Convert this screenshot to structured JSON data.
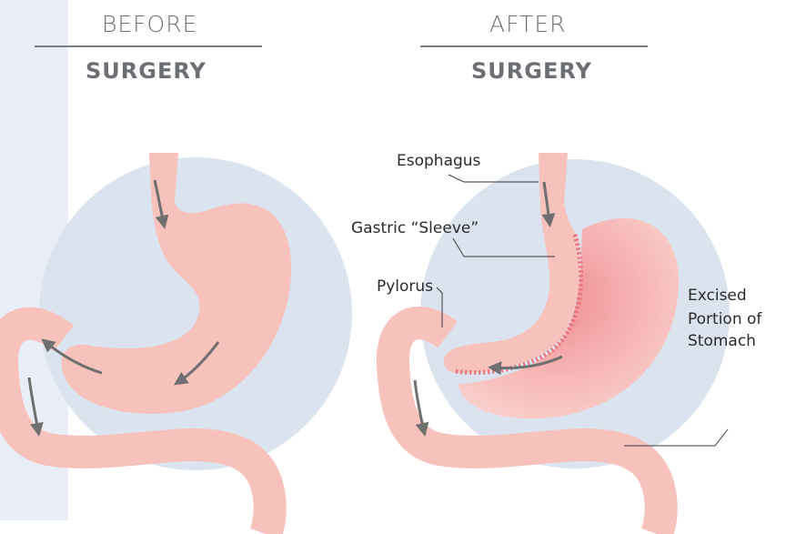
{
  "before": {
    "title_top": "BEFORE",
    "title_bottom": "SURGERY"
  },
  "after": {
    "title_top": "AFTER",
    "title_bottom": "SURGERY"
  },
  "labels": {
    "esophagus": "Esophagus",
    "gastric_sleeve": "Gastric “Sleeve”",
    "pylorus": "Pylorus",
    "excised_line1": "Excised",
    "excised_line2": "Portion of",
    "excised_line3": "Stomach"
  },
  "colors": {
    "circle": "#dbe3ef",
    "tissue": "#f7c2bb",
    "tissue_edge": "#efb1a8",
    "excised": "#f08e95",
    "staple": "#e8707a",
    "arrow": "#6f6f6f",
    "leader": "#3a3a3a"
  }
}
